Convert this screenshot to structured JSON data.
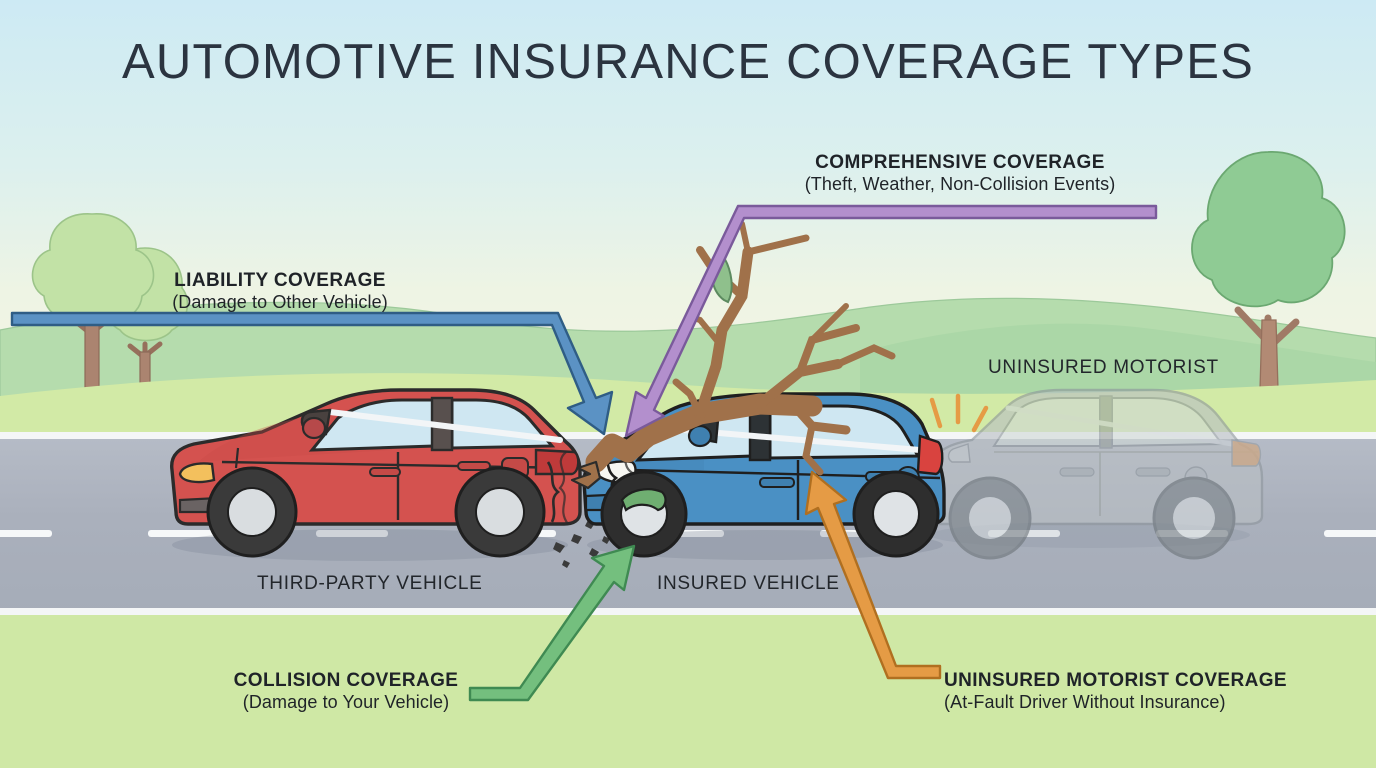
{
  "title": "AUTOMOTIVE INSURANCE COVERAGE TYPES",
  "colors": {
    "liability_arrow": "#5b92c4",
    "comprehensive_arrow": "#a884c4",
    "collision_arrow": "#74bf7e",
    "uninsured_arrow": "#e59b45",
    "title_text": "#2b3440",
    "label_text": "#1f2328",
    "road": "#aab1bd",
    "grass": "#cfe8a8",
    "hill_far": "#b9dcb0",
    "hill_near": "#c9e6a6",
    "red_car": "#d9534f",
    "blue_car": "#4a90c4",
    "gray_car": "#b7bdc2",
    "branch": "#a0714a"
  },
  "callouts": [
    {
      "id": "liability",
      "line1": "LIABILITY COVERAGE",
      "line2": "(Damage to Other Vehicle)",
      "arrow_color": "#5b92c4"
    },
    {
      "id": "comprehensive",
      "line1": "COMPREHENSIVE COVERAGE",
      "line2": "(Theft, Weather, Non-Collision Events)",
      "arrow_color": "#a884c4"
    },
    {
      "id": "collision",
      "line1": "COLLISION COVERAGE",
      "line2": "(Damage to Your Vehicle)",
      "arrow_color": "#74bf7e"
    },
    {
      "id": "uninsured-motorist",
      "line1": "UNINSURED MOTORIST COVERAGE",
      "line2": "(At-Fault Driver Without Insurance)",
      "arrow_color": "#e59b45"
    }
  ],
  "captions": [
    {
      "id": "third-party-vehicle",
      "text": "THIRD-PARTY VEHICLE"
    },
    {
      "id": "insured-vehicle",
      "text": "INSURED VEHICLE"
    },
    {
      "id": "uninsured-motorist-vehicle",
      "text": "UNINSURED MOTORIST"
    }
  ]
}
